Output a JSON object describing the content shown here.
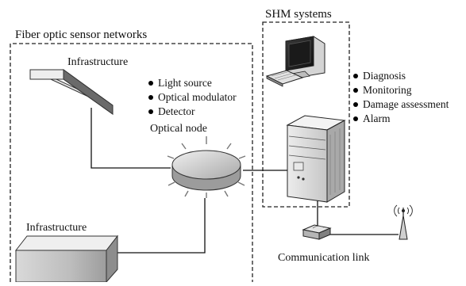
{
  "groups": {
    "fiber_network": "Fiber optic sensor networks",
    "shm": "SHM systems"
  },
  "infrastructure_top": "Infrastructure",
  "infrastructure_bottom": "Infrastructure",
  "optical_node": {
    "label": "Optical node",
    "items": [
      "Light source",
      "Optical modulator",
      "Detector"
    ]
  },
  "shm_functions": [
    "Diagnosis",
    "Monitoring",
    "Damage assessment",
    "Alarm"
  ],
  "communication": "Communication link",
  "colors": {
    "line": "#111111",
    "dash": "#222222",
    "fill_light": "#e6e6e6",
    "fill_mid": "#b8b8b8",
    "fill_dark": "#7a7a7a"
  }
}
